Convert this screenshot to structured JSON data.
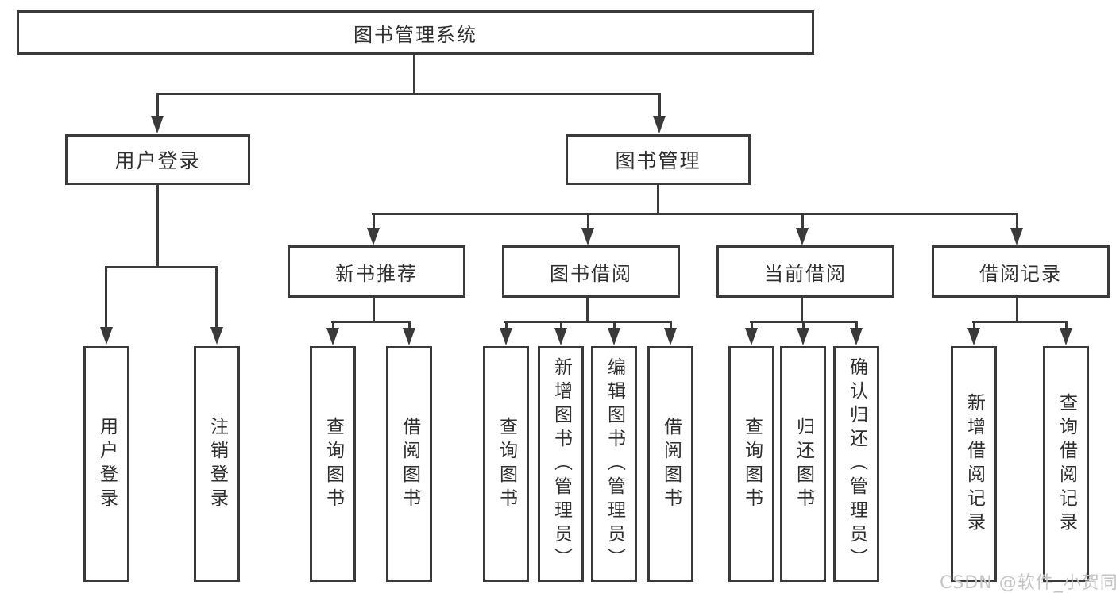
{
  "diagram": {
    "root": {
      "label": "图书管理系统"
    },
    "level2": [
      {
        "label": "用户登录"
      },
      {
        "label": "图书管理"
      }
    ],
    "level3": [
      {
        "label": "新书推荐"
      },
      {
        "label": "图书借阅"
      },
      {
        "label": "当前借阅"
      },
      {
        "label": "借阅记录"
      }
    ],
    "leaves": [
      {
        "label": "用户登录"
      },
      {
        "label": "注销登录"
      },
      {
        "label": "查询图书"
      },
      {
        "label": "借阅图书"
      },
      {
        "label": "查询图书"
      },
      {
        "label": "新增图书（管理员）"
      },
      {
        "label": "编辑图书（管理员）"
      },
      {
        "label": "借阅图书"
      },
      {
        "label": "查询图书"
      },
      {
        "label": "归还图书"
      },
      {
        "label": "确认归还（管理员）"
      },
      {
        "label": "新增借阅记录"
      },
      {
        "label": "查询借阅记录"
      }
    ],
    "watermark": "CSDN @软件_小贺同学",
    "colors": {
      "line": "#3a3a3a",
      "text": "#2e2e2e",
      "watermark": "#c4c4c4"
    }
  }
}
